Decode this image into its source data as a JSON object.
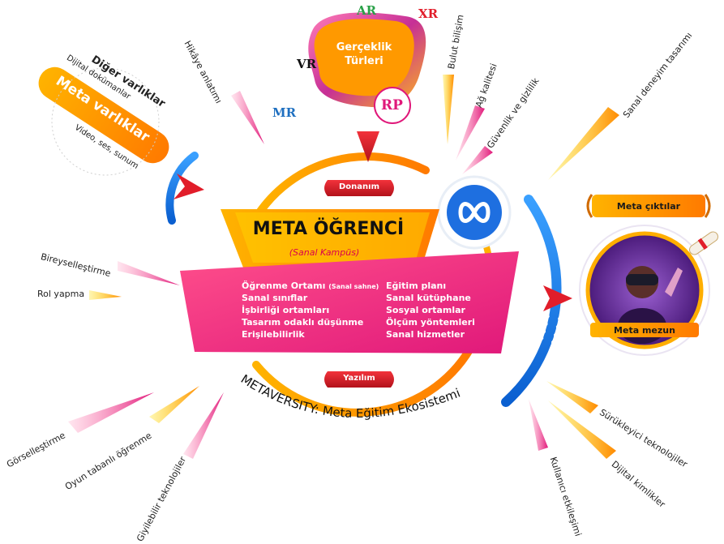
{
  "center": {
    "title": "META ÖĞRENCİ",
    "subtitle": "(Sanal Kampüs)",
    "top_tag": "Donanım",
    "bottom_tag": "Yazılım",
    "features_left": [
      "Öğrenme Ortamı",
      "Sanal sınıflar",
      "İşbirliği ortamları",
      "Tasarım odaklı düşünme",
      "Erişilebilirlik"
    ],
    "features_left_note": "(Sanal sahne)",
    "features_right": [
      "Eğitim planı",
      "Sanal kütüphane",
      "Sosyal ortamlar",
      "Ölçüm yöntemleri",
      "Sanal hizmetler"
    ],
    "arc_caption": "METAVERSITY:  Meta Eğitim Ekosistemi"
  },
  "reality": {
    "title_line1": "Gerçeklik",
    "title_line2": "Türleri",
    "ar": "AR",
    "xr": "XR",
    "vr": "VR",
    "mr": "MR",
    "rp": "RP"
  },
  "assets": {
    "main": "Meta varlıklar",
    "other": "Diğer varlıklar",
    "docs": "Dijital dokümanlar",
    "media": "Video, ses, sunum"
  },
  "outputs": {
    "label": "Meta çıktılar",
    "graduate": "Meta mezun"
  },
  "spokes": [
    "Hikâye anlatımı",
    "Bulut bilişim",
    "Ağ kalitesi",
    "Güvenlik ve gizlilik",
    "Sanal deneyim tasarımı",
    "Bireyselleştirme",
    "Rol yapma",
    "Görselleştirme",
    "Oyun tabanlı öğrenme",
    "Giyilebilir teknolojiler",
    "Kullanıcı etkileşimi",
    "Dijital kimlikler",
    "Sürükleyici teknolojiler"
  ],
  "colors": {
    "orange": "#ffa000",
    "pink": "#f0306e",
    "magenta": "#e0187a",
    "blue": "#1e7be0",
    "red": "#e11d2a",
    "purple": "#5b2a86",
    "yellow": "#ffd200"
  },
  "icons": [
    "meta-logo-icon",
    "vr-headset-person-icon",
    "diploma-icon",
    "arrow-icon"
  ]
}
